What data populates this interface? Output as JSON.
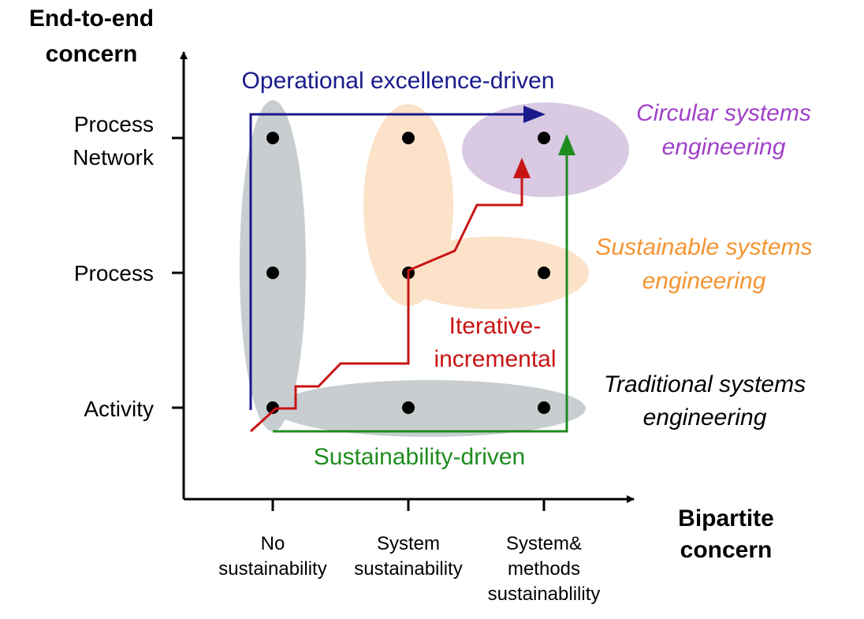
{
  "axes": {
    "y_title": [
      "End-to-end",
      "concern"
    ],
    "x_title": [
      "Bipartite",
      "concern"
    ],
    "y_levels": [
      [
        "Process",
        "Network"
      ],
      [
        "Process"
      ],
      [
        "Activity"
      ]
    ],
    "x_levels": [
      [
        "No",
        "sustainability"
      ],
      [
        "System",
        "sustainability"
      ],
      [
        "System&",
        "methods",
        "sustainablility"
      ]
    ]
  },
  "regions": {
    "circular": {
      "lines": [
        "Circular systems",
        "engineering"
      ],
      "color": "#a040c8",
      "fill": "#d9c9e3"
    },
    "sustainable": {
      "lines": [
        "Sustainable systems",
        "engineering"
      ],
      "color": "#f39432",
      "fill": "#fbe2c9"
    },
    "traditional": {
      "lines": [
        "Traditional systems",
        "engineering"
      ],
      "color": "#000000",
      "fill": "#c8cdd0"
    }
  },
  "paths": {
    "operational": {
      "label": "Operational excellence-driven",
      "color": "#1a1a8c"
    },
    "iterative": {
      "lines": [
        "Iterative-",
        "incremental"
      ],
      "color": "#c81414"
    },
    "sustainability": {
      "label": "Sustainability-driven",
      "color": "#1e8c1e"
    }
  }
}
